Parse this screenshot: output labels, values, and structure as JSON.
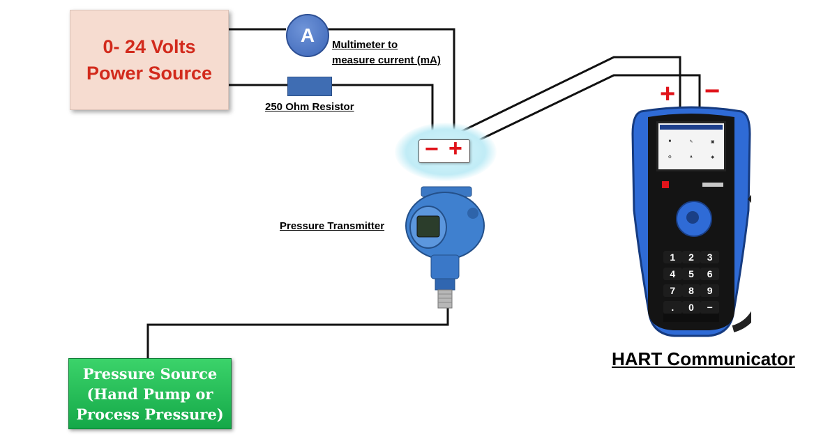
{
  "power_source": {
    "line1": "0- 24 Volts",
    "line2": "Power Source"
  },
  "ammeter": {
    "symbol": "A"
  },
  "labels": {
    "multimeter_line1": "Multimeter to",
    "multimeter_line2": "measure current (mA)",
    "resistor": "250 Ohm Resistor",
    "transmitter": "Pressure Transmitter",
    "hart": "HART Communicator"
  },
  "terminal": {
    "minus": "−",
    "plus": "+"
  },
  "hart_polarity": {
    "plus": "+",
    "minus": "−"
  },
  "pressure_source": {
    "line1": "Pressure Source",
    "line2": "(Hand Pump or",
    "line3": "Process Pressure)"
  },
  "colors": {
    "wire": "#111111",
    "polarity": "#e0141b",
    "power_box_fill": "#f6dcd0",
    "power_box_text": "#d22a1c",
    "pressure_fill": "#22b852",
    "hart_blue": "#2f6bd6",
    "resistor": "#3f6db3"
  },
  "icons": {
    "ammeter": "ammeter-circle-icon",
    "transmitter": "pressure-transmitter-icon",
    "communicator": "hart-communicator-icon"
  }
}
